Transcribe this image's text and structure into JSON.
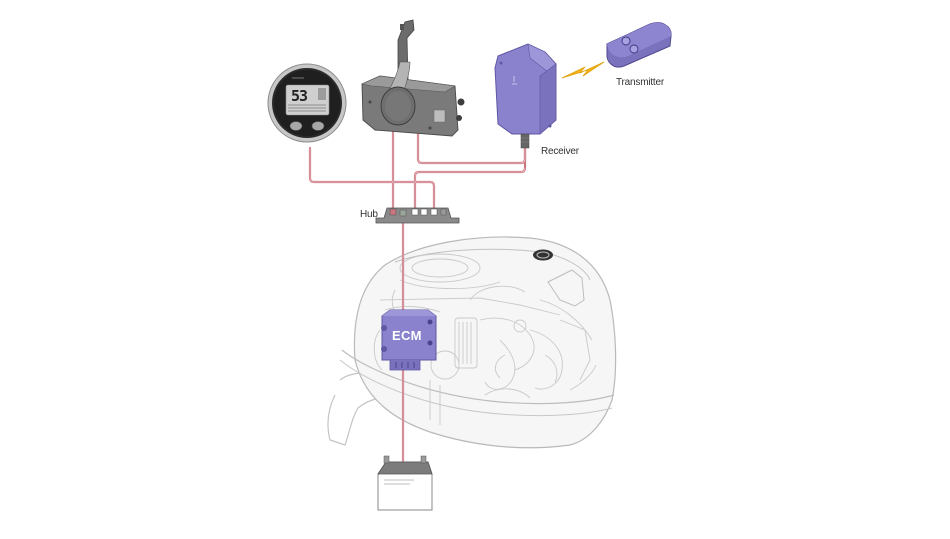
{
  "diagram": {
    "title": "Outboard remote control / keyless system wiring",
    "background": "#ffffff",
    "colors": {
      "wire": "#c9747f",
      "wire_highlight": "#e7a7ae",
      "module_purple": "#8a82cc",
      "module_purple_dark": "#5f57a3",
      "bolt": "#f2b318",
      "device_gray": "#6b6b6b",
      "device_gray_dark": "#3d3d3d",
      "engine_outline": "#b8b8b8",
      "engine_fill": "#f2f2f2"
    },
    "components": {
      "gauge": {
        "name": "Digital gauge",
        "display_value": "53"
      },
      "throttle": {
        "name": "Remote control box"
      },
      "receiver": {
        "label": "Receiver"
      },
      "transmitter": {
        "label": "Transmitter"
      },
      "hub": {
        "label": "Hub",
        "ports": 5
      },
      "ecm": {
        "label": "ECM"
      },
      "battery": {
        "name": "Battery"
      },
      "engine": {
        "name": "Outboard engine"
      }
    },
    "connections": [
      {
        "from": "gauge",
        "to": "hub"
      },
      {
        "from": "throttle",
        "to": "hub"
      },
      {
        "from": "throttle",
        "to": "receiver"
      },
      {
        "from": "receiver",
        "to": "hub"
      },
      {
        "from": "hub",
        "to": "ecm"
      },
      {
        "from": "ecm",
        "to": "battery"
      },
      {
        "from": "transmitter",
        "to": "receiver",
        "type": "wireless"
      }
    ]
  }
}
